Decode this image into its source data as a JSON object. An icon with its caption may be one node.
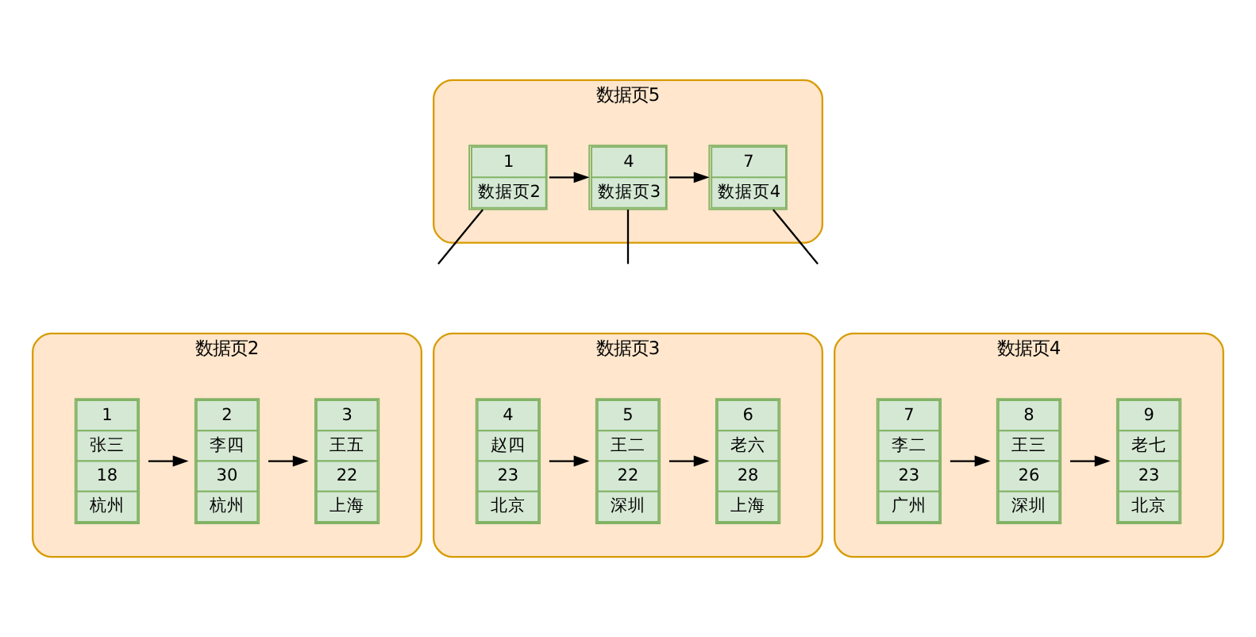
{
  "diagram": {
    "nodes": [
      {
        "text": [
          "数据页5"
        ]
      },
      {
        "text": [
          "1",
          "数据页2"
        ],
        "in": 0
      },
      {
        "text": [
          "4",
          "数据页3"
        ],
        "in": 0
      },
      {
        "text": [
          "7",
          "数据页4"
        ],
        "in": 0
      },
      {
        "text": [
          "数据页2"
        ]
      },
      {
        "text": [
          "1",
          "张三",
          "18",
          "杭州"
        ],
        "in": 4
      },
      {
        "text": [
          "2",
          "李四",
          "30",
          "杭州"
        ],
        "in": 4
      },
      {
        "text": [
          "3",
          "王五",
          "22",
          "上海"
        ],
        "in": 4
      },
      {
        "text": [
          "数据页3"
        ]
      },
      {
        "text": [
          "4",
          "赵四",
          "23",
          "北京"
        ],
        "in": 8
      },
      {
        "text": [
          "5",
          "王二",
          "22",
          "深圳"
        ],
        "in": 8
      },
      {
        "text": [
          "6",
          "老六",
          "28",
          "上海"
        ],
        "in": 8
      },
      {
        "text": [
          "数据页4"
        ]
      },
      {
        "text": [
          "7",
          "李二",
          "23",
          "广州"
        ],
        "in": 12
      },
      {
        "text": [
          "8",
          "王三",
          "26",
          "深圳"
        ],
        "in": 12
      },
      {
        "text": [
          "9",
          "老七",
          "23",
          "北京"
        ],
        "in": 12
      }
    ],
    "edges": [
      {
        "from": 1,
        "to": 2,
        "arrow": "to"
      },
      {
        "from": 2,
        "to": 3,
        "arrow": "to"
      },
      {
        "from": 1,
        "to": null,
        "arrow": "none"
      },
      {
        "from": 2,
        "to": null,
        "arrow": "none"
      },
      {
        "from": 3,
        "to": null,
        "arrow": "none"
      },
      {
        "from": 5,
        "to": 6,
        "arrow": "to"
      },
      {
        "from": 6,
        "to": 7,
        "arrow": "to"
      },
      {
        "from": 9,
        "to": 10,
        "arrow": "to"
      },
      {
        "from": 10,
        "to": 11,
        "arrow": "to"
      },
      {
        "from": 13,
        "to": 14,
        "arrow": "to"
      },
      {
        "from": 14,
        "to": 15,
        "arrow": "to"
      }
    ]
  }
}
